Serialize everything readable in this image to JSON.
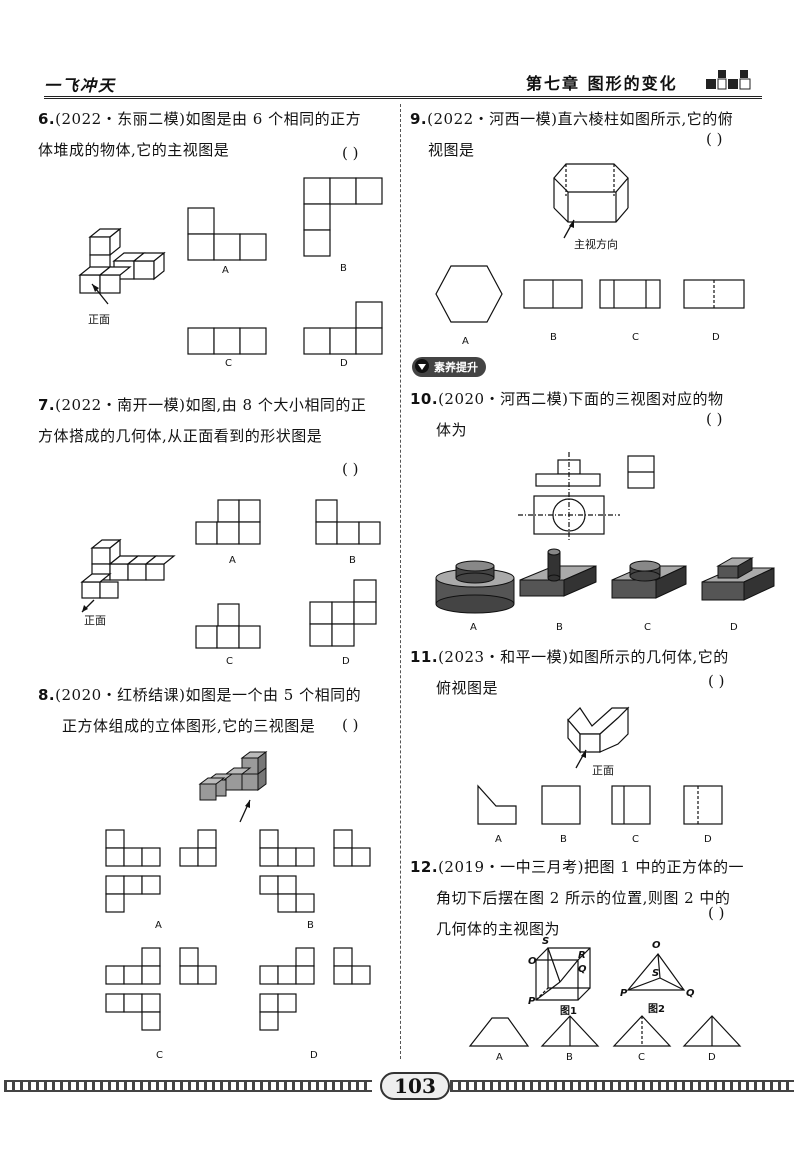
{
  "header": {
    "brand": "一飞冲天",
    "chapter": "第七章  图形的变化"
  },
  "page_number": "103",
  "q6": {
    "num": "6.",
    "text1": "(2022・东丽二模)如图是由 6 个相同的正方",
    "text2": "体堆成的物体,它的主视图是",
    "paren": "(    )",
    "front": "正面",
    "opts": [
      "A",
      "B",
      "C",
      "D"
    ]
  },
  "q7": {
    "num": "7.",
    "text1": "(2022・南开一模)如图,由 8 个大小相同的正",
    "text2": "方体搭成的几何体,从正面看到的形状图是",
    "paren": "(    )",
    "front": "正面",
    "opts": [
      "A",
      "B",
      "C",
      "D"
    ]
  },
  "q8": {
    "num": "8.",
    "text1": "(2020・红桥结课)如图是一个由 5 个相同的",
    "text2": "正方体组成的立体图形,它的三视图是",
    "paren": "(    )",
    "opts": [
      "A",
      "B",
      "C",
      "D"
    ]
  },
  "q9": {
    "num": "9.",
    "text1": "(2022・河西一模)直六棱柱如图所示,它的俯",
    "text2": "视图是",
    "paren": "(    )",
    "dir": "主视方向",
    "opts": [
      "A",
      "B",
      "C",
      "D"
    ]
  },
  "section": "素养提升",
  "q10": {
    "num": "10.",
    "text1": "(2020・河西二模)下面的三视图对应的物",
    "text2": "体为",
    "paren": "(    )",
    "opts": [
      "A",
      "B",
      "C",
      "D"
    ]
  },
  "q11": {
    "num": "11.",
    "text1": "(2023・和平一模)如图所示的几何体,它的",
    "text2": "俯视图是",
    "paren": "(    )",
    "front": "正面",
    "opts": [
      "A",
      "B",
      "C",
      "D"
    ]
  },
  "q12": {
    "num": "12.",
    "text1": "(2019・一中三月考)把图 1 中的正方体的一",
    "text2": "角切下后摆在图 2 所示的位置,则图 2 中的",
    "text3": "几何体的主视图为",
    "paren": "(    )",
    "fig1": "图1",
    "fig2": "图2",
    "verts1": [
      "S",
      "O",
      "R",
      "Q",
      "P"
    ],
    "verts2": [
      "O",
      "S",
      "P",
      "Q"
    ],
    "opts": [
      "A",
      "B",
      "C",
      "D"
    ]
  }
}
